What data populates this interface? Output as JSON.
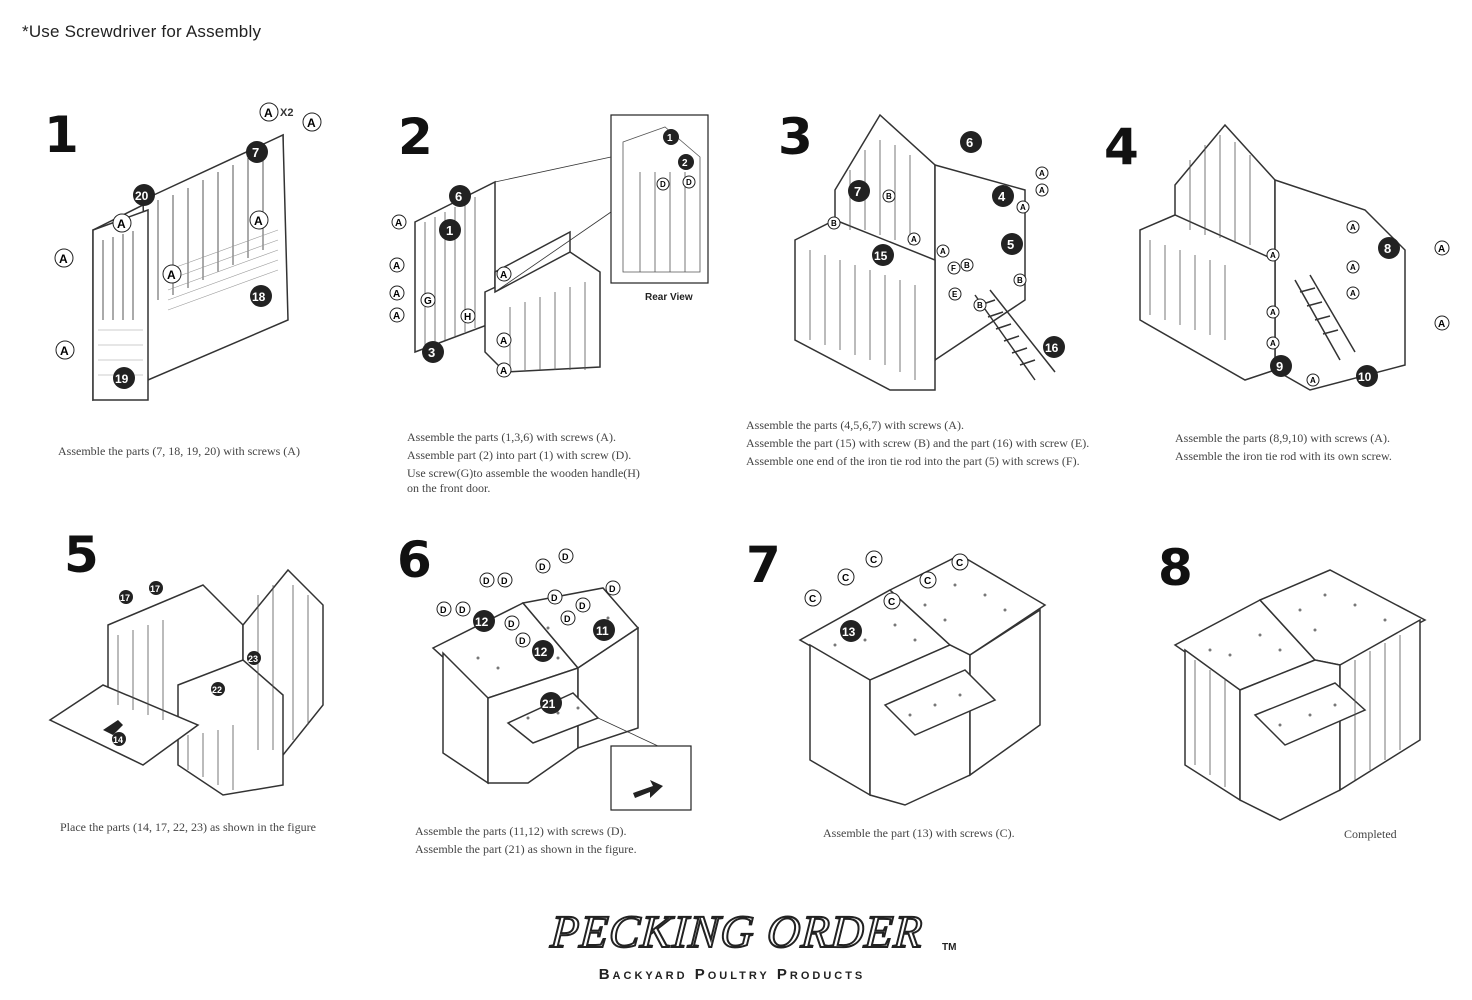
{
  "note": "*Use Screwdriver for Assembly",
  "steps": [
    {
      "num": "1",
      "lines": [
        "Assemble the parts (7, 18, 19, 20) with screws (A)"
      ]
    },
    {
      "num": "2",
      "lines": [
        "Assemble the parts (1,3,6) with screws (A).",
        "Assemble part (2) into part (1) with screw (D).",
        "Use screw(G)to assemble the wooden handle(H)",
        "on the front door."
      ],
      "inset_label": "Rear View"
    },
    {
      "num": "3",
      "lines": [
        "Assemble the parts (4,5,6,7) with screws (A).",
        "Assemble the part (15) with  screw (B) and the part (16) with screw (E).",
        "Assemble one end of the iron tie rod into the part (5) with screws (F)."
      ]
    },
    {
      "num": "4",
      "lines": [
        "Assemble the parts (8,9,10) with screws (A).",
        "Assemble the iron tie rod with its own screw."
      ]
    },
    {
      "num": "5",
      "lines": [
        "Place the parts (14, 17, 22, 23) as shown in the figure"
      ]
    },
    {
      "num": "6",
      "lines": [
        "Assemble the parts (11,12) with screws (D).",
        "Assemble the part  (21) as shown in the figure."
      ]
    },
    {
      "num": "7",
      "lines": [
        "Assemble the part (13) with screws (C)."
      ]
    },
    {
      "num": "8",
      "lines": [
        "Completed"
      ]
    }
  ],
  "fig_labels": {
    "s1": {
      "a": "A",
      "x2": "X2",
      "p7": "7",
      "p20": "20",
      "p18": "18",
      "p19": "19"
    },
    "s2": {
      "p6": "6",
      "p1": "1",
      "p3": "3",
      "a": "A",
      "g": "G",
      "h": "H",
      "p2": "2",
      "d": "D"
    },
    "s3": {
      "p6": "6",
      "p7": "7",
      "p4": "4",
      "p5": "5",
      "p15": "15",
      "p16": "16",
      "a": "A",
      "b": "B",
      "e": "E",
      "f": "F"
    },
    "s4": {
      "p8": "8",
      "p9": "9",
      "p10": "10",
      "a": "A"
    },
    "s5": {
      "p17": "17",
      "p23": "23",
      "p22": "22",
      "p14": "14"
    },
    "s6": {
      "d": "D",
      "p12": "12",
      "p11": "11",
      "p21": "21"
    },
    "s7": {
      "c": "C",
      "p13": "13"
    }
  },
  "brand": {
    "name": "PECKING ORDER",
    "tm": "TM",
    "tagline": "Backyard Poultry Products"
  }
}
